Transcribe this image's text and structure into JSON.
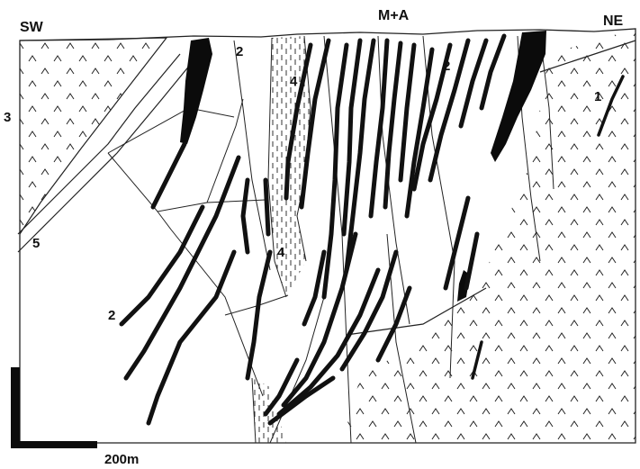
{
  "labels": {
    "sw": "SW",
    "ne": "NE",
    "top": "M+A",
    "unit_3": "3",
    "unit_5": "5",
    "unit_2_left": "2",
    "unit_2_top_left": "2",
    "unit_2_top_right": "2",
    "unit_4_upper": "4",
    "unit_4_lower": "4",
    "unit_1": "1"
  },
  "scale_bar": {
    "label": "200m"
  },
  "pattern_icons": {
    "volcanic": "caret-pattern",
    "breccia": "dashed-pattern",
    "orebody": "black-fill"
  }
}
